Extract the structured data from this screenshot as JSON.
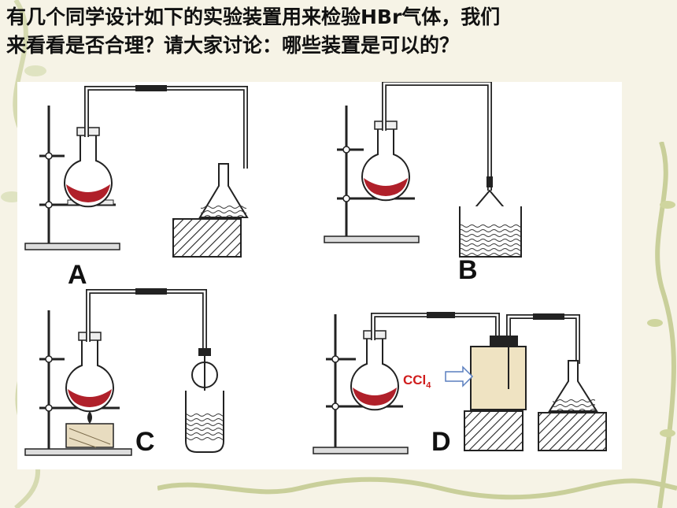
{
  "slide": {
    "question": "有几个同学设计如下的实验装置用来检验HBr气体，我们\n来看看是否合理？请大家讨论：哪些装置是可以的？"
  },
  "setups": [
    {
      "label": "A"
    },
    {
      "label": "B"
    },
    {
      "label": "C"
    },
    {
      "label": "D",
      "reagent": "CCl",
      "reagent_subscript": "4"
    }
  ],
  "colors": {
    "background": "#f6f3e6",
    "text": "#111111",
    "flask_liquid": "#b0202a",
    "reagent_label": "#d01c1c",
    "vine": "#c9cf9a"
  }
}
